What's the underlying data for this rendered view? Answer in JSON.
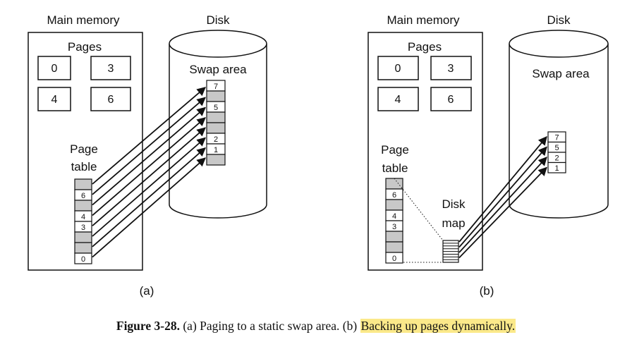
{
  "panel_a": {
    "memory_title": "Main memory",
    "disk_title": "Disk",
    "pages_label": "Pages",
    "pages": [
      "0",
      "3",
      "4",
      "6"
    ],
    "page_table_label_line1": "Page",
    "page_table_label_line2": "table",
    "page_table_entries": [
      "",
      "6",
      "",
      "4",
      "3",
      "",
      "",
      "0"
    ],
    "swap_label": "Swap area",
    "swap_entries": [
      "7",
      "",
      "5",
      "",
      "",
      "2",
      "1",
      ""
    ],
    "panel_label": "(a)"
  },
  "panel_b": {
    "memory_title": "Main memory",
    "disk_title": "Disk",
    "pages_label": "Pages",
    "pages": [
      "0",
      "3",
      "4",
      "6"
    ],
    "page_table_label_line1": "Page",
    "page_table_label_line2": "table",
    "page_table_entries": [
      "",
      "6",
      "",
      "4",
      "3",
      "",
      "",
      "0"
    ],
    "disk_map_label_line1": "Disk",
    "disk_map_label_line2": "map",
    "swap_label": "Swap area",
    "swap_entries": [
      "7",
      "5",
      "2",
      "1"
    ],
    "panel_label": "(b)"
  },
  "caption": {
    "figure_number": "Figure 3-28.",
    "text": "(a) Paging to a static swap area. (b)",
    "highlight": "Backing up pages dynamically."
  },
  "colors": {
    "ink": "#111111",
    "filled_cell": "#c8c8c8",
    "highlight": "#fbe98a"
  }
}
